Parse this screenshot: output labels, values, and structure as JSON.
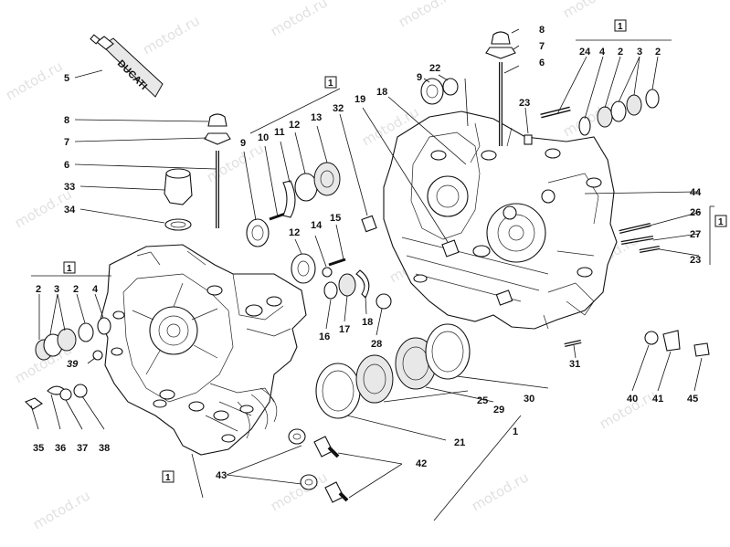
{
  "watermark": "motod.ru",
  "tube_brand": "DUCATI",
  "group_box": "1",
  "labels": {
    "l1_bottom": "1",
    "l2a": "2",
    "l2b": "2",
    "l2c": "2",
    "l2d": "2",
    "l3a": "3",
    "l3b": "3",
    "l4a": "4",
    "l4b": "4",
    "l5": "5",
    "l6a": "6",
    "l6b": "6",
    "l7a": "7",
    "l7b": "7",
    "l8a": "8",
    "l8b": "8",
    "l9a": "9",
    "l9b": "9",
    "l10": "10",
    "l11": "11",
    "l12a": "12",
    "l12b": "12",
    "l13": "13",
    "l14": "14",
    "l15": "15",
    "l16": "16",
    "l17": "17",
    "l18a": "18",
    "l18b": "18",
    "l19": "19",
    "l21": "21",
    "l22": "22",
    "l23a": "23",
    "l23b": "23",
    "l24": "24",
    "l25": "25",
    "l26": "26",
    "l27": "27",
    "l28": "28",
    "l29": "29",
    "l30": "30",
    "l31": "31",
    "l32": "32",
    "l33": "33",
    "l34": "34",
    "l35": "35",
    "l36": "36",
    "l37": "37",
    "l38": "38",
    "l39": "39",
    "l40": "40",
    "l41": "41",
    "l42": "42",
    "l43": "43",
    "l44": "44",
    "l45": "45"
  }
}
